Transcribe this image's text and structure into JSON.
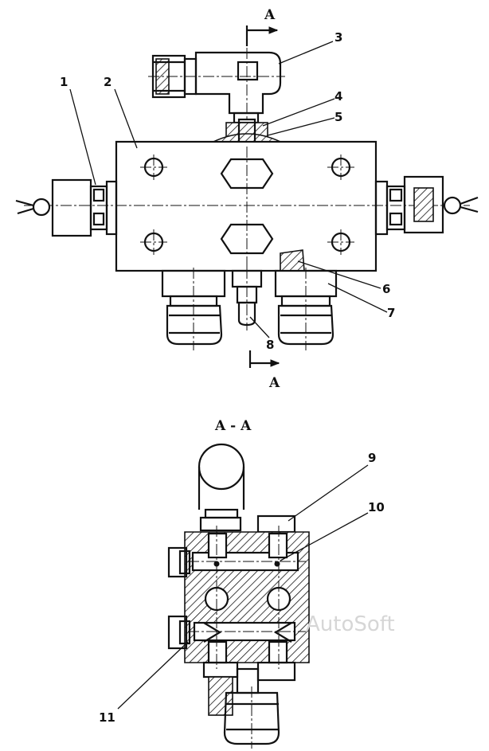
{
  "section_marks": {
    "top": "A",
    "bottom": "A",
    "title": "A - A"
  },
  "callouts": [
    "1",
    "2",
    "3",
    "4",
    "5",
    "6",
    "7",
    "8",
    "9",
    "10",
    "11"
  ],
  "watermark": "AutoSoft"
}
